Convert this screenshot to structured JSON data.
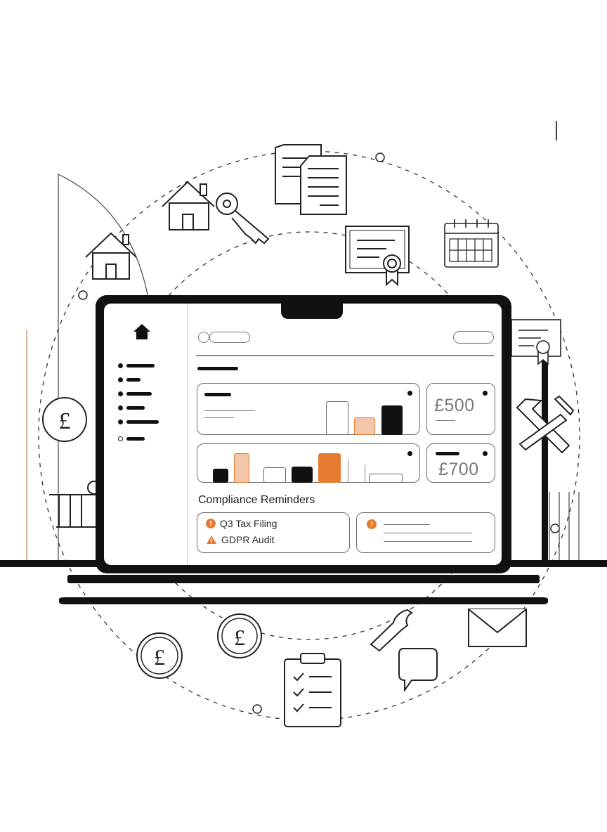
{
  "dashboard": {
    "stat_cards": [
      {
        "value": "£500"
      },
      {
        "value": "£700"
      }
    ],
    "compliance": {
      "title": "Compliance Reminders",
      "items": [
        {
          "label": "Q3 Tax Filing",
          "icon": "exclamation-circle-icon"
        },
        {
          "label": "GDPR Audit",
          "icon": "warning-triangle-icon"
        }
      ]
    }
  },
  "colors": {
    "accent": "#e67a2e",
    "accent_light": "#f2c6a8",
    "ink": "#111111"
  }
}
